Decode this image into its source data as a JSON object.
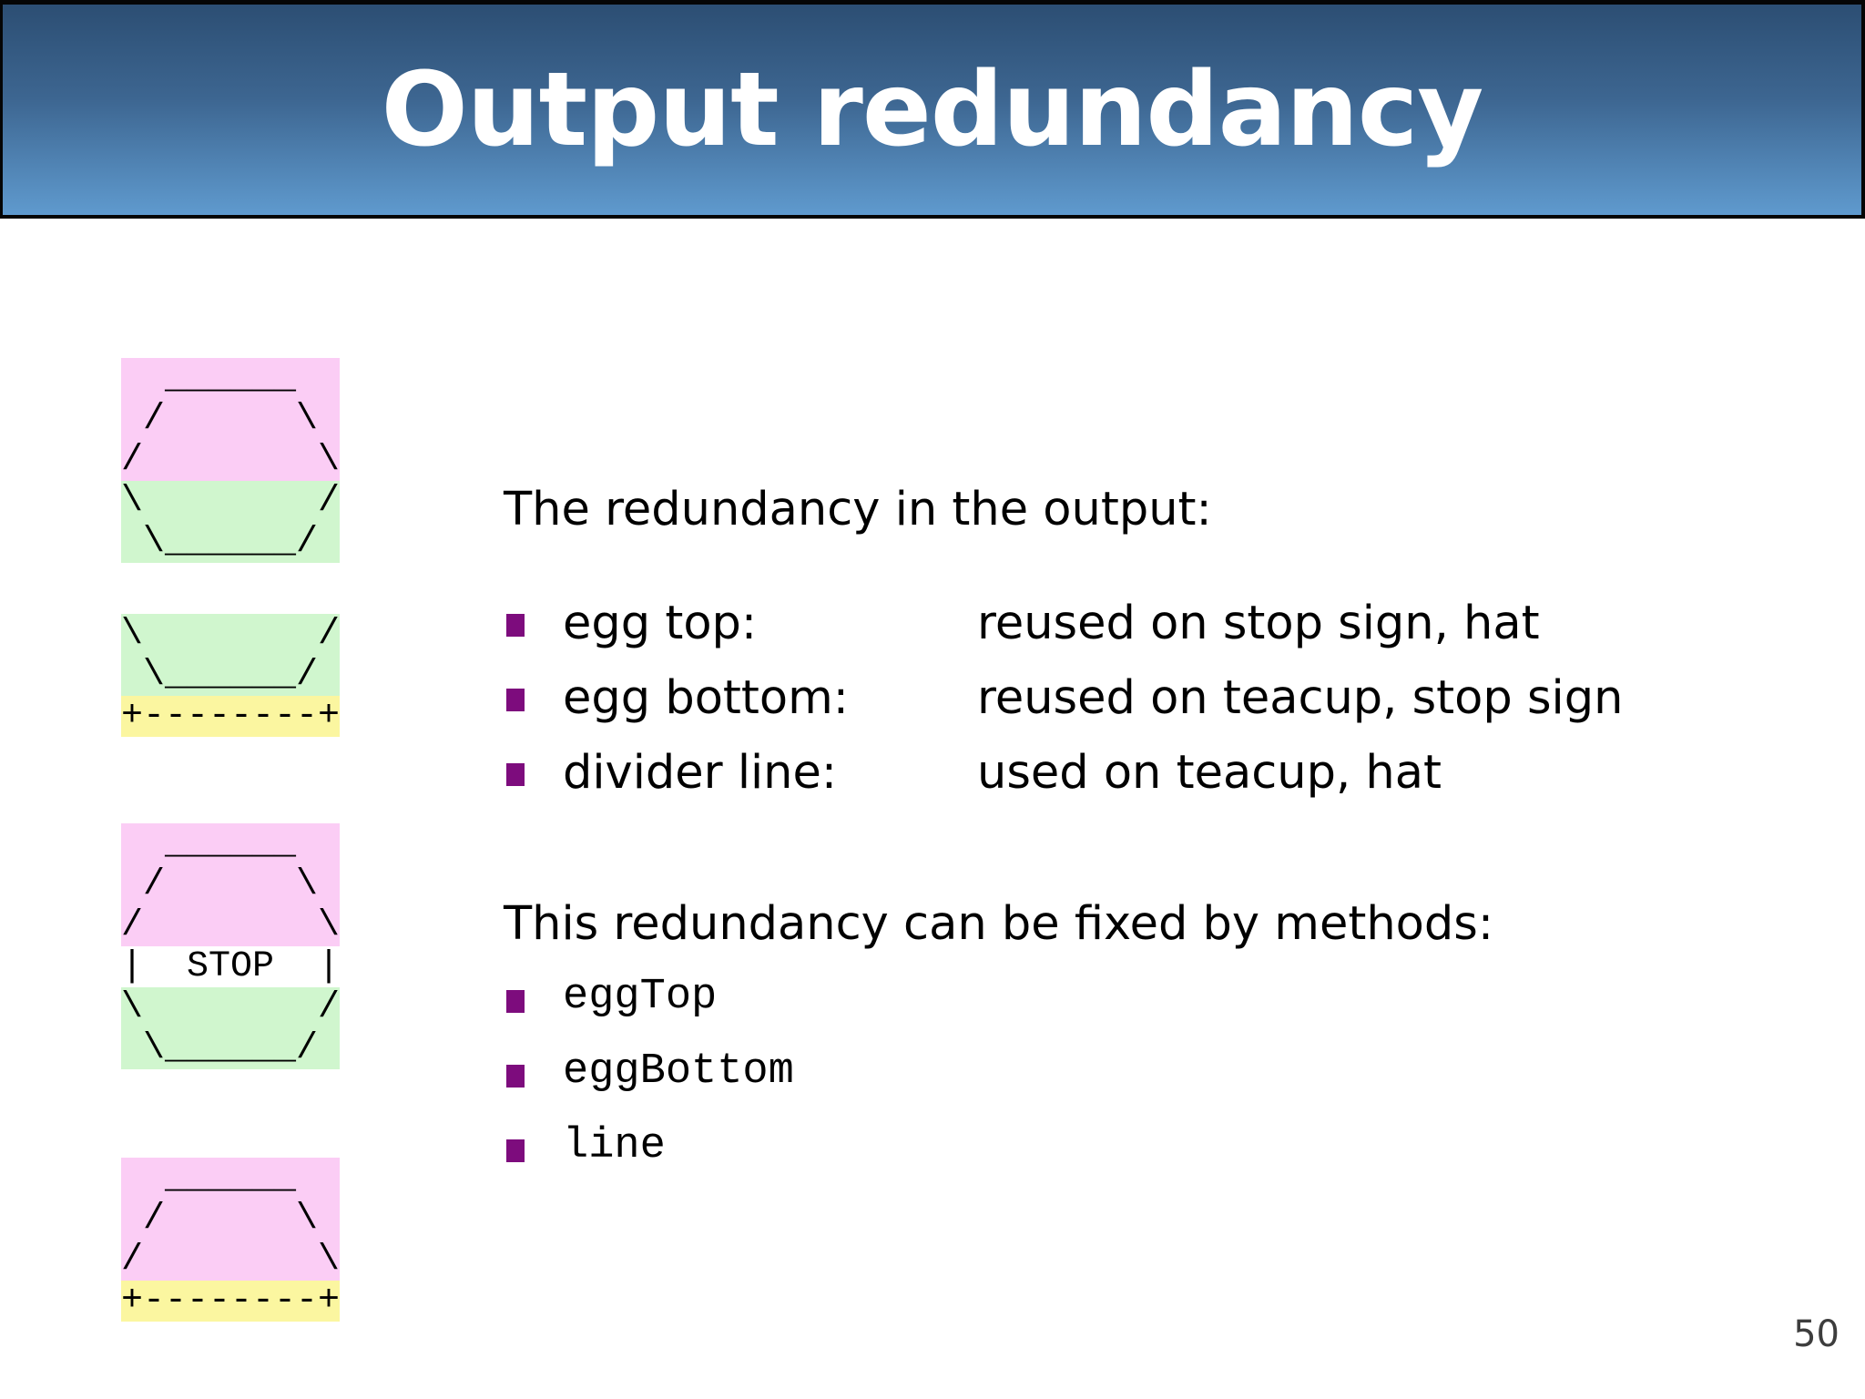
{
  "header": {
    "title": "Output redundancy"
  },
  "colors": {
    "header_top": "#2c4e73",
    "header_bottom": "#5f9ace",
    "pink": "#fbcdf5",
    "green": "#d0f6ce",
    "yellow": "#fbf6a0",
    "bullet": "#7d0c7d",
    "page_num": "#3d3d3d"
  },
  "figures": [
    {
      "name": "egg",
      "lines": [
        {
          "text": "  ______  ",
          "highlight": "pink"
        },
        {
          "text": " /      \\ ",
          "highlight": "pink"
        },
        {
          "text": "/        \\",
          "highlight": "pink"
        },
        {
          "text": "\\        /",
          "highlight": "green"
        },
        {
          "text": " \\______/ ",
          "highlight": "green"
        }
      ]
    },
    {
      "name": "teacup-bottom",
      "lines": [
        {
          "text": "\\        /",
          "highlight": "green"
        },
        {
          "text": " \\______/ ",
          "highlight": "green"
        },
        {
          "text": "+--------+",
          "highlight": "yellow"
        }
      ]
    },
    {
      "name": "stop-sign",
      "lines": [
        {
          "text": "  ______  ",
          "highlight": "pink"
        },
        {
          "text": " /      \\ ",
          "highlight": "pink"
        },
        {
          "text": "/        \\",
          "highlight": "pink"
        },
        {
          "text": "|  STOP  |",
          "highlight": "none"
        },
        {
          "text": "\\        /",
          "highlight": "green"
        },
        {
          "text": " \\______/ ",
          "highlight": "green"
        }
      ]
    },
    {
      "name": "hat",
      "lines": [
        {
          "text": "  ______  ",
          "highlight": "pink"
        },
        {
          "text": " /      \\ ",
          "highlight": "pink"
        },
        {
          "text": "/        \\",
          "highlight": "pink"
        },
        {
          "text": "+--------+",
          "highlight": "yellow"
        }
      ]
    }
  ],
  "content": {
    "intro_heading": "The redundancy in the output:",
    "redundancy_items": [
      {
        "label": "egg top:",
        "description": "reused on stop sign, hat"
      },
      {
        "label": "egg bottom:",
        "description": "reused on teacup, stop sign"
      },
      {
        "label": "divider line:",
        "description": "used on teacup, hat"
      }
    ],
    "methods_heading": "This redundancy can be fixed by methods:",
    "methods": [
      "eggTop",
      "eggBottom",
      "line"
    ]
  },
  "footer": {
    "page_number": "50"
  }
}
